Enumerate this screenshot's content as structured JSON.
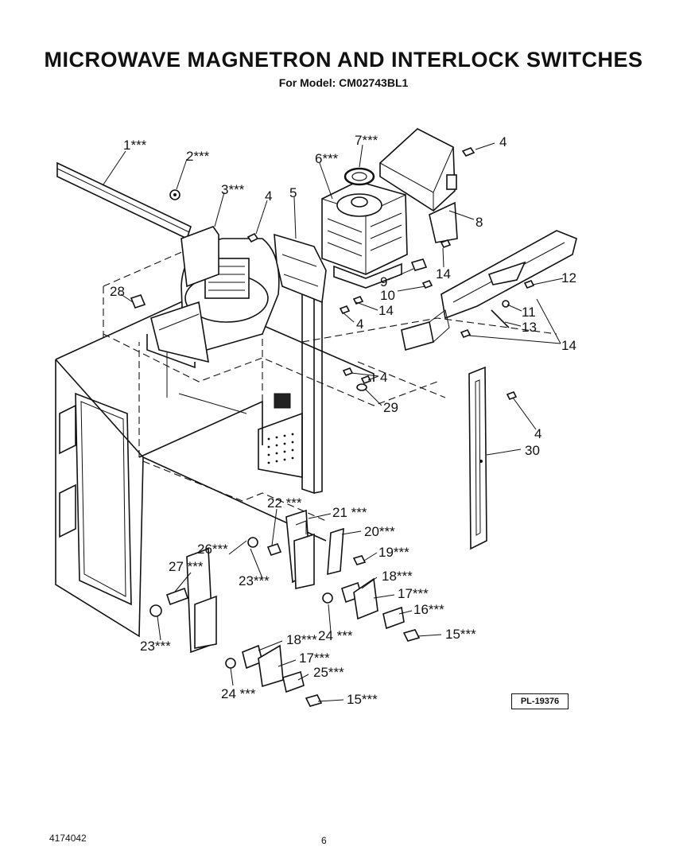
{
  "title": "MICROWAVE MAGNETRON AND INTERLOCK SWITCHES",
  "subtitle": "For Model: CM02743BL1",
  "plate_code": "PL-19376",
  "footer": {
    "doc_number": "4174042",
    "page_number": "6"
  },
  "callouts": [
    {
      "id": "c1",
      "text": "1***"
    },
    {
      "id": "c2",
      "text": "2***"
    },
    {
      "id": "c3",
      "text": "3***"
    },
    {
      "id": "c4a",
      "text": "4"
    },
    {
      "id": "c5",
      "text": "5"
    },
    {
      "id": "c6",
      "text": "6***"
    },
    {
      "id": "c7",
      "text": "7***"
    },
    {
      "id": "c4b",
      "text": "4"
    },
    {
      "id": "c8",
      "text": "8"
    },
    {
      "id": "c14a",
      "text": "14"
    },
    {
      "id": "c9",
      "text": "9"
    },
    {
      "id": "c10",
      "text": "10"
    },
    {
      "id": "c14b",
      "text": "14"
    },
    {
      "id": "c12",
      "text": "12"
    },
    {
      "id": "c11",
      "text": "11"
    },
    {
      "id": "c13",
      "text": "13"
    },
    {
      "id": "c14c",
      "text": "14"
    },
    {
      "id": "c28",
      "text": "28"
    },
    {
      "id": "c4c",
      "text": "4"
    },
    {
      "id": "c4d",
      "text": "4"
    },
    {
      "id": "c29",
      "text": "29"
    },
    {
      "id": "c4e",
      "text": "4"
    },
    {
      "id": "c30",
      "text": "30"
    },
    {
      "id": "c22",
      "text": "22 ***"
    },
    {
      "id": "c21",
      "text": "21 ***"
    },
    {
      "id": "c20",
      "text": "20***"
    },
    {
      "id": "c19",
      "text": "19***"
    },
    {
      "id": "c26",
      "text": "26***"
    },
    {
      "id": "c27",
      "text": "27 ***"
    },
    {
      "id": "c23a",
      "text": "23***"
    },
    {
      "id": "c18a",
      "text": "18***"
    },
    {
      "id": "c17a",
      "text": "17***"
    },
    {
      "id": "c16",
      "text": "16***"
    },
    {
      "id": "c24a",
      "text": "24 ***"
    },
    {
      "id": "c15a",
      "text": "15***"
    },
    {
      "id": "c23b",
      "text": "23***"
    },
    {
      "id": "c18b",
      "text": "18***"
    },
    {
      "id": "c17b",
      "text": "17***"
    },
    {
      "id": "c25",
      "text": "25***"
    },
    {
      "id": "c24b",
      "text": "24 ***"
    },
    {
      "id": "c15b",
      "text": "15***"
    }
  ]
}
